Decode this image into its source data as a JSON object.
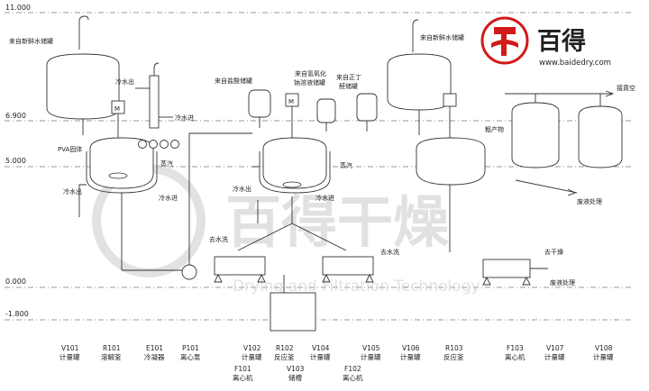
{
  "levels": [
    {
      "id": "l1",
      "label": "11.000"
    },
    {
      "id": "l2",
      "label": "6.900"
    },
    {
      "id": "l3",
      "label": "5.000"
    },
    {
      "id": "l4",
      "label": "0.000"
    },
    {
      "id": "l5",
      "label": "-1.800"
    }
  ],
  "labels": {
    "fresh_water_left": "来自新鲜水储罐",
    "fresh_water_right": "来自新鲜水储罐",
    "cold_out_1": "冷水出",
    "cold_in_1": "冷水进",
    "pva": "PVA固体",
    "steam_1": "蒸汽",
    "cold_out_2": "冷水出",
    "cold_in_2": "冷水进",
    "hcl": "来自盐酸储罐",
    "naoh_1": "来自氢氧化",
    "naoh_2": "钠溶液储罐",
    "butyraldehyde_1": "来自正丁",
    "butyraldehyde_2": "醛储罐",
    "steam_2": "蒸汽",
    "cold_out_3": "冷水出",
    "cold_in_3": "冷水进",
    "to_water_wash": "去水洗",
    "to_water_wash_2": "去水洗",
    "crude": "粗产物",
    "to_vacuum": "接真空",
    "waste_liquid_1": "废液处理",
    "to_dry": "去干燥",
    "waste_liquid_2": "废液处理"
  },
  "equipment": [
    {
      "code": "V101",
      "name": "计量罐"
    },
    {
      "code": "R101",
      "name": "溶解釜"
    },
    {
      "code": "E101",
      "name": "冷凝器"
    },
    {
      "code": "P101",
      "name": "离心泵"
    },
    {
      "code": "V102",
      "name": "计量罐"
    },
    {
      "code": "F101",
      "name": "离心机"
    },
    {
      "code": "R102",
      "name": "反应釜"
    },
    {
      "code": "V103",
      "name": "储槽"
    },
    {
      "code": "V104",
      "name": "计量罐"
    },
    {
      "code": "F102",
      "name": "离心机"
    },
    {
      "code": "V105",
      "name": "计量罐"
    },
    {
      "code": "V106",
      "name": "计量罐"
    },
    {
      "code": "R103",
      "name": "反应釜"
    },
    {
      "code": "F103",
      "name": "离心机"
    },
    {
      "code": "V107",
      "name": "计量罐"
    },
    {
      "code": "V108",
      "name": "计量罐"
    }
  ],
  "logo": {
    "brand": "百得",
    "url": "www.baidedry.com"
  },
  "watermark": {
    "cn": "百得干燥",
    "en": "Drying and Filtration Technology"
  },
  "colors": {
    "brand_red": "#d11a1a",
    "line": "#333333",
    "watermark": "#c9c9c9"
  }
}
